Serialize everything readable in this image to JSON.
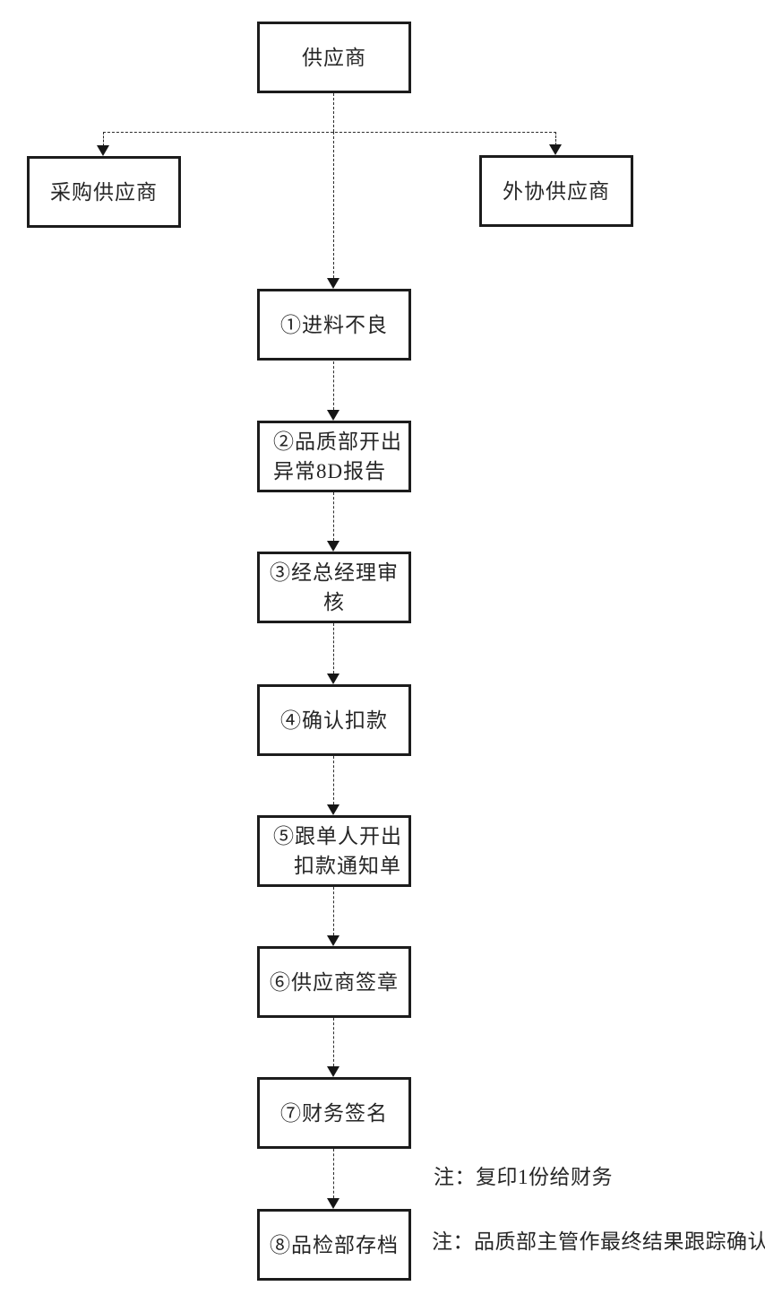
{
  "flowchart": {
    "root": {
      "label": "供应商"
    },
    "branch_left": {
      "label": "采购供应商"
    },
    "branch_right": {
      "label": "外协供应商"
    },
    "steps": [
      {
        "lines": [
          "①进料不良"
        ]
      },
      {
        "lines": [
          "②品质部开出",
          "异常8D报告"
        ]
      },
      {
        "lines": [
          "③经总经理审核"
        ]
      },
      {
        "lines": [
          "④确认扣款"
        ]
      },
      {
        "lines": [
          "⑤跟单人开出",
          "扣款通知单"
        ]
      },
      {
        "lines": [
          "⑥供应商签章"
        ]
      },
      {
        "lines": [
          "⑦财务签名"
        ]
      },
      {
        "lines": [
          "⑧品检部存档"
        ]
      }
    ],
    "notes": [
      "注：复印1份给财务",
      "注：品质部主管作最终结果跟踪确认"
    ],
    "colors": {
      "line": "#1c1c1c",
      "text": "#262626",
      "background": "#ffffff"
    }
  }
}
